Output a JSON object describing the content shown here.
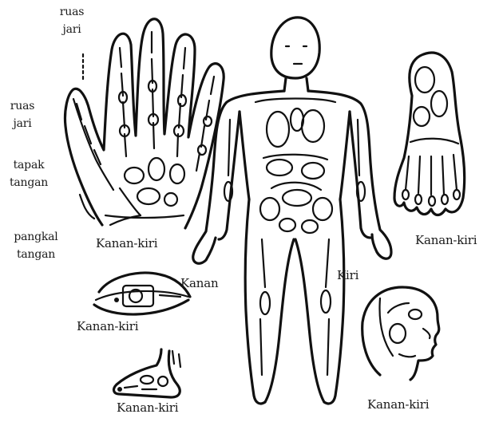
{
  "labels": {
    "ruas_jari_top": [
      "ruas",
      "jari"
    ],
    "ruas_jari_left": [
      "ruas",
      "jari"
    ],
    "tapak_tangan": [
      "tapak",
      "tangan"
    ],
    "pangkal_tangan": [
      "pangkal",
      "tangan"
    ],
    "hand_caption": "Kanan-kiri",
    "foot_top_caption": "Kanan-kiri",
    "eye_caption": "Kanan-kiri",
    "foot_bottom_caption": "Kanan-kiri",
    "head_caption": "Kanan-kiri",
    "body_right_side": "Kanan",
    "body_left_side": "Kiri"
  },
  "icons": {
    "hand": "hand-reflex-icon",
    "body": "body-reflex-icon",
    "foot_top": "foot-sole-icon",
    "eye": "eye-icon",
    "foot_side": "foot-side-icon",
    "head": "head-profile-icon"
  }
}
